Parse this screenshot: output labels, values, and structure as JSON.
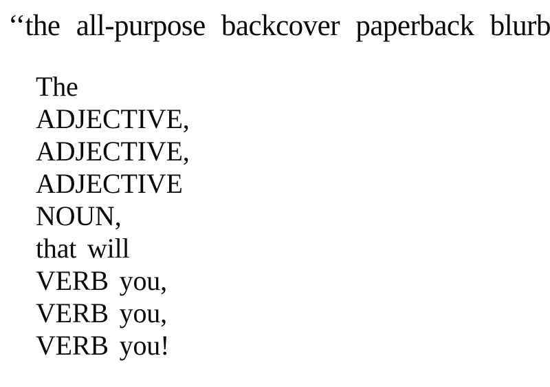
{
  "page": {
    "heading": "‘‘the all-purpose backcover paperback blurb,’’",
    "poem_lines": [
      "The",
      "ADJECTIVE,",
      "ADJECTIVE,",
      "ADJECTIVE",
      "NOUN,",
      "that will",
      "VERB you,",
      "VERB you,",
      "VERB you!"
    ]
  }
}
